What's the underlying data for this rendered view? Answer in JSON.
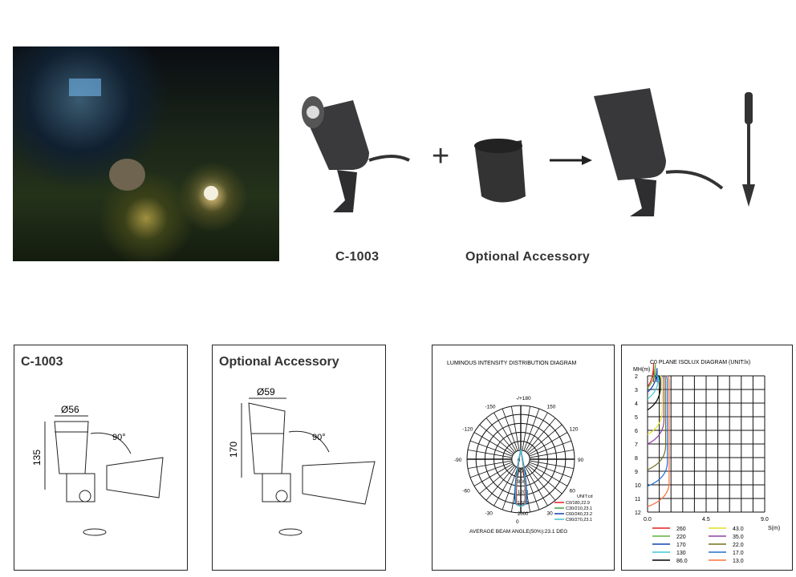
{
  "products": {
    "light_label": "C-1003",
    "accessory_label": "Optional Accessory",
    "plus": "+"
  },
  "panels": {
    "light": {
      "title": "C-1003",
      "diameter": "Ø56",
      "height": "135",
      "angle": "90°"
    },
    "accessory": {
      "title": "Optional Accessory",
      "diameter": "Ø59",
      "height": "170",
      "angle": "90°"
    }
  },
  "polar": {
    "title": "LUMINOUS INTENSITY DISTRIBUTION DIAGRAM",
    "angle_labels": [
      "-/+180",
      "-150",
      "150",
      "-120",
      "120",
      "-90",
      "90",
      "-60",
      "60",
      "-30",
      "30",
      "0"
    ],
    "ring_labels": [
      "0",
      "400",
      "800",
      "1200",
      "1600",
      "2000"
    ],
    "unit": "UNIT:cd",
    "legend": [
      {
        "label": "C0/180,22.9",
        "color": "#e02020"
      },
      {
        "label": "C30/210,23.1",
        "color": "#40a040"
      },
      {
        "label": "C60/240,23.2",
        "color": "#1040b0"
      },
      {
        "label": "C90/270,23.1",
        "color": "#40c0d0"
      }
    ],
    "footer": "AVERAGE BEAM ANGLE(50%):23.1 DEG"
  },
  "isolux": {
    "title": "C0 PLANE ISOLUX DIAGRAM (UNIT:lx)",
    "ylabel": "MH(m)",
    "xlabel": "S(m)",
    "yticks": [
      "2",
      "3",
      "4",
      "5",
      "6",
      "7",
      "8",
      "9",
      "10",
      "11",
      "12"
    ],
    "xticks": [
      "0.0",
      "4.5",
      "9.0"
    ],
    "legend": [
      {
        "label": "260",
        "color": "#e02020",
        "depth": 2.8
      },
      {
        "label": "220",
        "color": "#60b040",
        "depth": 2.9
      },
      {
        "label": "170",
        "color": "#1040b0",
        "depth": 3.2
      },
      {
        "label": "130",
        "color": "#40c8d8",
        "depth": 3.7
      },
      {
        "label": "86.0",
        "color": "#000000",
        "depth": 4.5
      },
      {
        "label": "43.0",
        "color": "#e0e020",
        "depth": 6.3
      },
      {
        "label": "35.0",
        "color": "#9040a0",
        "depth": 7.0
      },
      {
        "label": "22.0",
        "color": "#707020",
        "depth": 8.9
      },
      {
        "label": "17.0",
        "color": "#2070d0",
        "depth": 10.1
      },
      {
        "label": "13.0",
        "color": "#ff7040",
        "depth": 11.6
      }
    ]
  }
}
